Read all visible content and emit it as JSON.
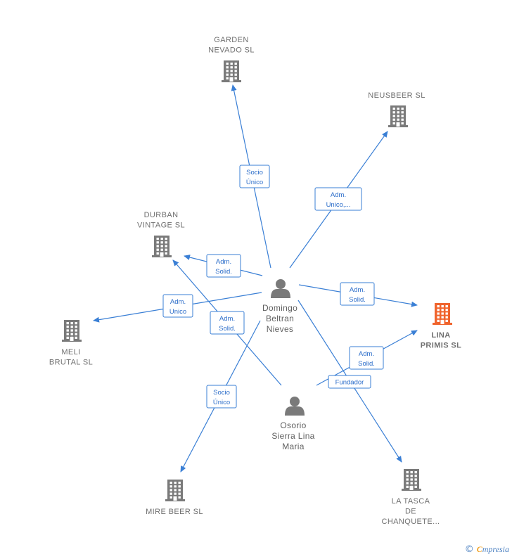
{
  "colors": {
    "company": "#7a7a7a",
    "focus_company": "#f0642d",
    "person": "#7a7a7a",
    "edge": "#3a7fd5",
    "edge_text": "#2a6cc9"
  },
  "companies": [
    {
      "id": "garden",
      "lines": [
        "GARDEN",
        "NEVADO  SL"
      ],
      "icon": "building-icon"
    },
    {
      "id": "neusbeer",
      "lines": [
        "NEUSBEER  SL"
      ],
      "icon": "building-icon"
    },
    {
      "id": "durban",
      "lines": [
        "DURBAN",
        "VINTAGE  SL"
      ],
      "icon": "building-icon"
    },
    {
      "id": "meli",
      "lines": [
        "MELI",
        "BRUTAL  SL"
      ],
      "icon": "building-icon"
    },
    {
      "id": "lina",
      "lines": [
        "LINA",
        "PRIMIS  SL"
      ],
      "icon": "building-icon",
      "focus": true
    },
    {
      "id": "mire",
      "lines": [
        "MIRE BEER  SL"
      ],
      "icon": "building-icon"
    },
    {
      "id": "latasca",
      "lines": [
        "LA TASCA",
        "DE",
        "CHANQUETE..."
      ],
      "icon": "building-icon"
    }
  ],
  "people": [
    {
      "id": "domingo",
      "lines": [
        "Domingo",
        "Beltran",
        "Nieves"
      ],
      "icon": "person-icon"
    },
    {
      "id": "osorio",
      "lines": [
        "Osorio",
        "Sierra Lina",
        "Maria"
      ],
      "icon": "person-icon"
    }
  ],
  "edges": [
    {
      "from": "domingo",
      "to": "garden",
      "label": [
        "Socio",
        "Único"
      ]
    },
    {
      "from": "domingo",
      "to": "neusbeer",
      "label": [
        "Adm.",
        "Unico,..."
      ]
    },
    {
      "from": "domingo",
      "to": "durban",
      "label": [
        "Adm.",
        "Solid."
      ]
    },
    {
      "from": "domingo",
      "to": "meli",
      "label": [
        "Adm.",
        "Unico"
      ]
    },
    {
      "from": "domingo",
      "to": "lina",
      "label": [
        "Adm.",
        "Solid."
      ]
    },
    {
      "from": "domingo",
      "to": "mire",
      "label": [
        "Socio",
        "Único"
      ]
    },
    {
      "from": "domingo",
      "to": "latasca",
      "label": [
        "Fundador"
      ]
    },
    {
      "from": "osorio",
      "to": "durban",
      "label": [
        "Adm.",
        "Solid."
      ]
    },
    {
      "from": "osorio",
      "to": "lina",
      "label": [
        "Adm.",
        "Solid."
      ]
    }
  ],
  "footer": {
    "copyright": "©",
    "brand_first": "C",
    "brand_rest": "mpresia"
  }
}
